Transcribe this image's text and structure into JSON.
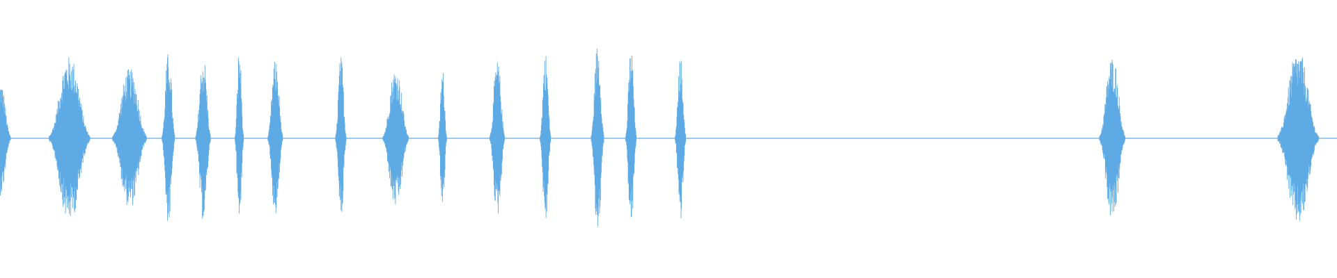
{
  "waveform": {
    "color": "#5eaae4",
    "background": "#ffffff",
    "bursts": [
      {
        "center": 0.0,
        "width": 0.01,
        "amplitude": 0.7
      },
      {
        "center": 0.052,
        "width": 0.019,
        "amplitude": 1.0
      },
      {
        "center": 0.097,
        "width": 0.016,
        "amplitude": 0.85
      },
      {
        "center": 0.126,
        "width": 0.006,
        "amplitude": 1.05
      },
      {
        "center": 0.152,
        "width": 0.007,
        "amplitude": 1.0
      },
      {
        "center": 0.179,
        "width": 0.004,
        "amplitude": 1.1
      },
      {
        "center": 0.206,
        "width": 0.007,
        "amplitude": 0.95
      },
      {
        "center": 0.255,
        "width": 0.005,
        "amplitude": 1.0
      },
      {
        "center": 0.296,
        "width": 0.012,
        "amplitude": 0.85
      },
      {
        "center": 0.331,
        "width": 0.004,
        "amplitude": 0.85
      },
      {
        "center": 0.372,
        "width": 0.007,
        "amplitude": 0.95
      },
      {
        "center": 0.408,
        "width": 0.005,
        "amplitude": 1.05
      },
      {
        "center": 0.447,
        "width": 0.006,
        "amplitude": 1.15
      },
      {
        "center": 0.472,
        "width": 0.005,
        "amplitude": 1.1
      },
      {
        "center": 0.509,
        "width": 0.005,
        "amplitude": 1.0
      },
      {
        "center": 0.832,
        "width": 0.012,
        "amplitude": 1.0
      },
      {
        "center": 0.971,
        "width": 0.019,
        "amplitude": 1.05
      }
    ]
  }
}
